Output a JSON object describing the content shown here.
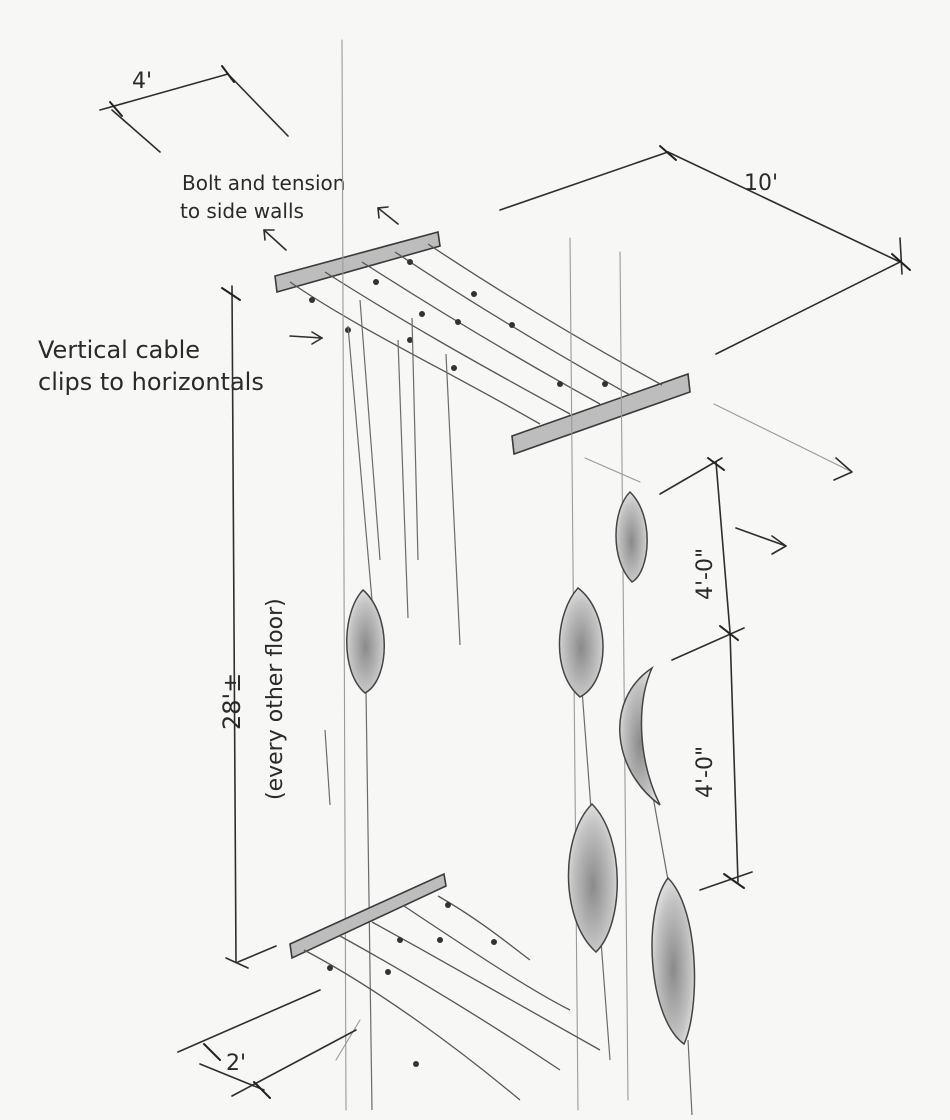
{
  "labels": {
    "dim_top_left": "4'",
    "dim_top_right": "10'",
    "note_bolt_line1": "Bolt and tension",
    "note_bolt_line2": "to side walls",
    "note_cable_line1": "Vertical cable",
    "note_cable_line2": "clips to horizontals",
    "dim_height": "28'±",
    "dim_height_note": "(every other floor)",
    "dim_spacing_upper": "4'-0\"",
    "dim_spacing_lower": "4'-0\"",
    "dim_bottom_left": "2'"
  },
  "colors": {
    "paper": "#f7f7f5",
    "graphite": "#2e2e2e",
    "panel_shade": "#9e9e9e"
  }
}
